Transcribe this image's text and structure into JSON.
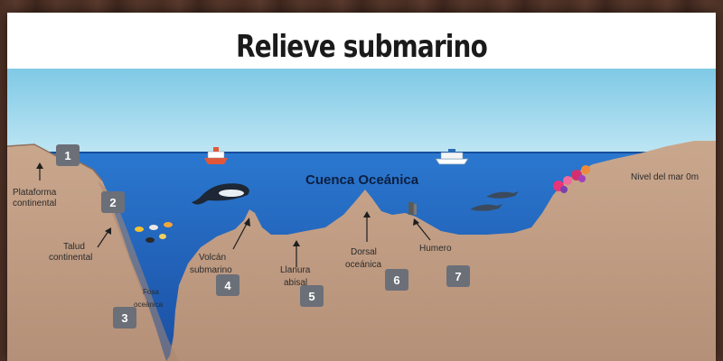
{
  "title": "Relieve submarino",
  "labels": {
    "plataforma_1": "Plataforma",
    "plataforma_2": "continental",
    "talud_1": "Talud",
    "talud_2": "continental",
    "fosa_1": "Fosa",
    "fosa_2": "oceánica",
    "volcan_1": "Volcán",
    "volcan_2": "submarino",
    "llanura_1": "Llanura",
    "llanura_2": "abisal",
    "dorsal_1": "Dorsal",
    "dorsal_2": "oceánica",
    "humero": "Humero",
    "cuenca": "Cuenca Oceánica",
    "nivel": "Nivel del mar  0m"
  },
  "badges": [
    "1",
    "2",
    "3",
    "4",
    "5",
    "6",
    "7"
  ],
  "colors": {
    "sky": "#9fd8ec",
    "sea": "#1d5fb8",
    "sand": "#c9a88f",
    "badge": "#6b6f78"
  },
  "icons": [
    "ship-icon",
    "cruise-ship-icon",
    "whale-icon",
    "dolphin-icon",
    "fish-icon",
    "coral-icon",
    "hydrothermal-vent-icon"
  ]
}
